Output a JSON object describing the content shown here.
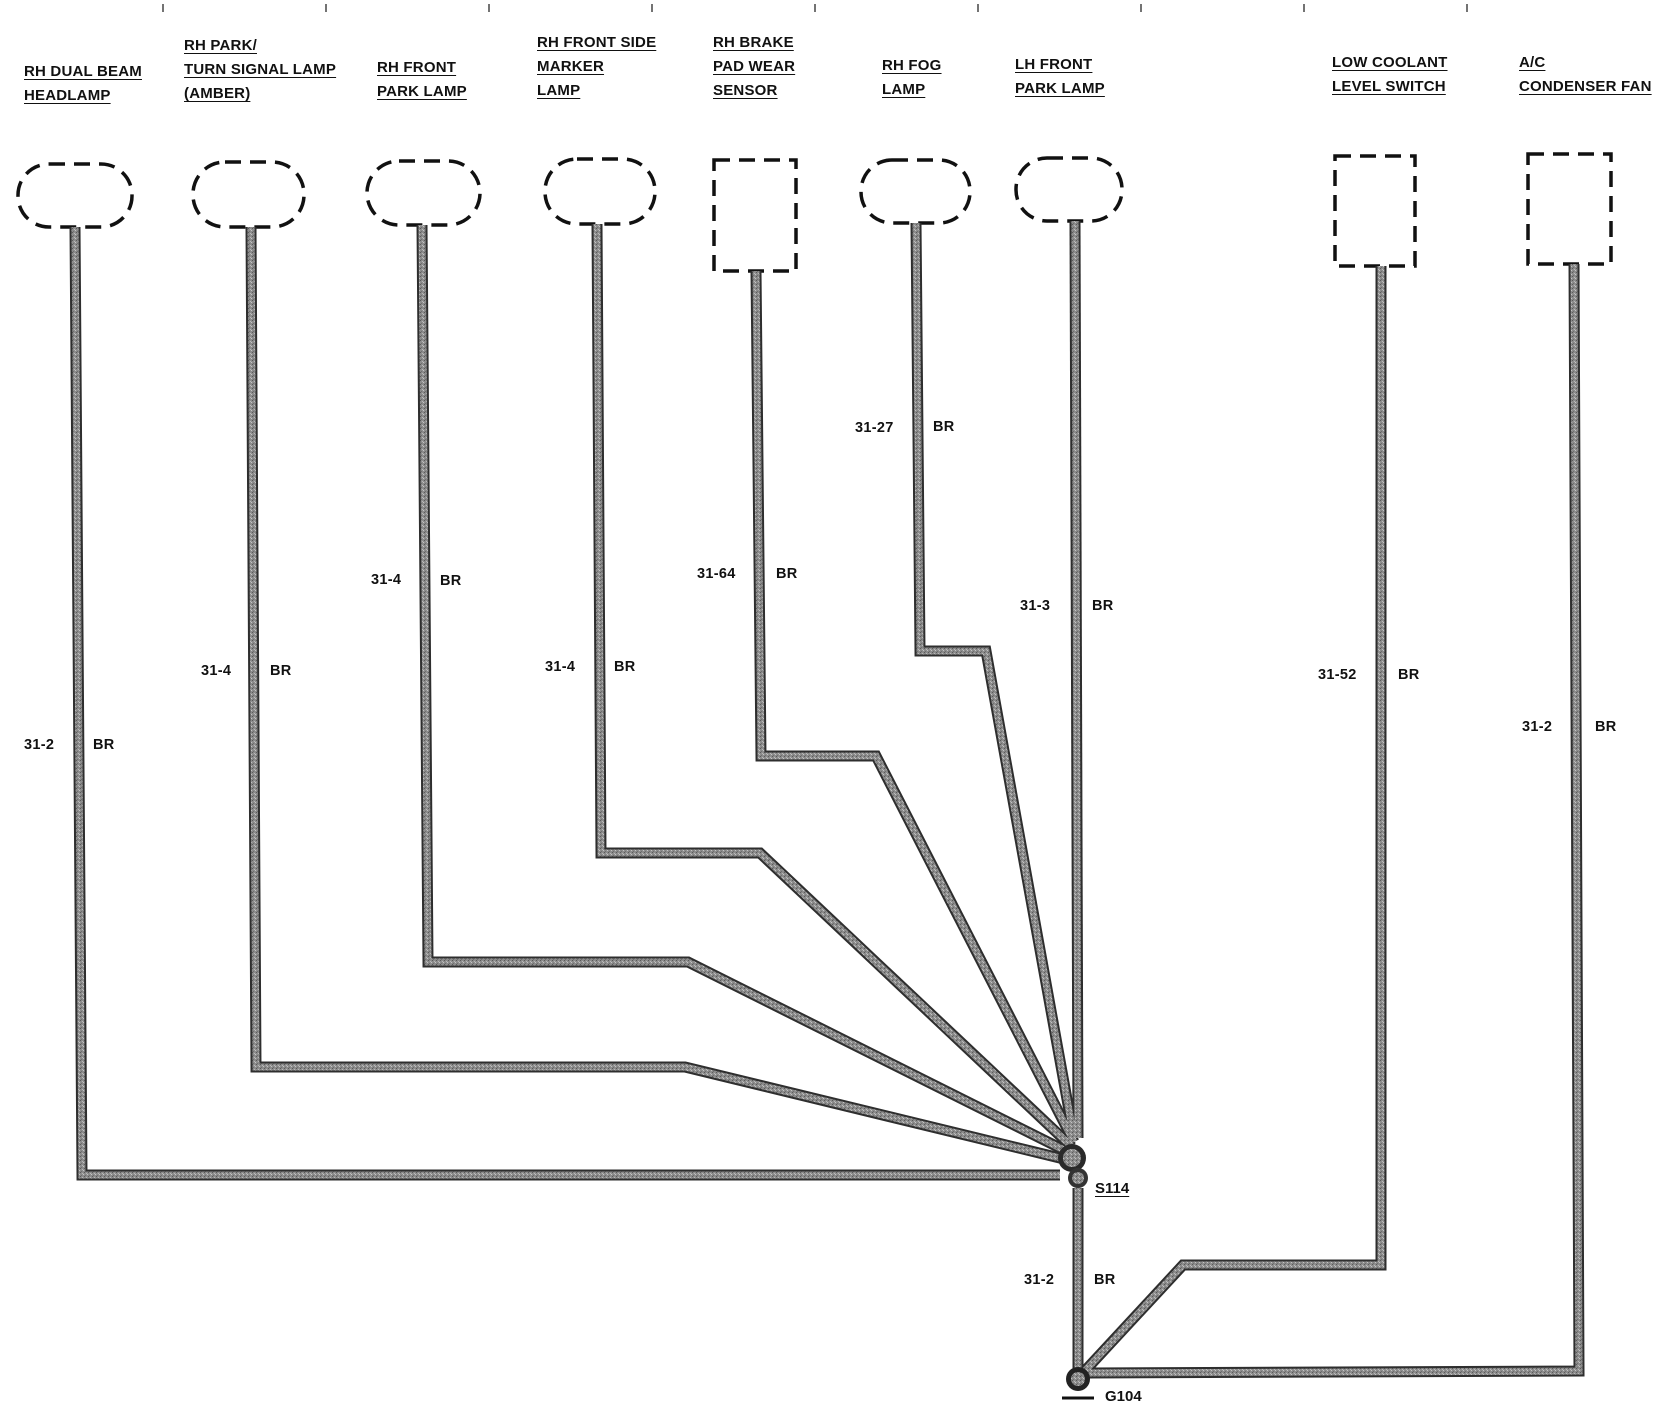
{
  "components": [
    {
      "id": "rh-dual-beam-headlamp",
      "lines": [
        "RH DUAL BEAM",
        "HEADLAMP"
      ],
      "shape": "oval"
    },
    {
      "id": "rh-park-turn-signal-lamp",
      "lines": [
        "RH PARK/",
        "TURN SIGNAL LAMP",
        "(AMBER)"
      ],
      "shape": "oval"
    },
    {
      "id": "rh-front-park-lamp",
      "lines": [
        "RH FRONT",
        "PARK LAMP"
      ],
      "shape": "oval"
    },
    {
      "id": "rh-front-side-marker-lamp",
      "lines": [
        "RH FRONT SIDE",
        "MARKER",
        "LAMP"
      ],
      "shape": "oval"
    },
    {
      "id": "rh-brake-pad-wear-sensor",
      "lines": [
        "RH BRAKE",
        "PAD WEAR",
        "SENSOR"
      ],
      "shape": "box"
    },
    {
      "id": "rh-fog-lamp",
      "lines": [
        "RH FOG",
        "LAMP"
      ],
      "shape": "oval"
    },
    {
      "id": "lh-front-park-lamp",
      "lines": [
        "LH FRONT",
        "PARK LAMP"
      ],
      "shape": "oval"
    },
    {
      "id": "low-coolant-level-switch",
      "lines": [
        "LOW COOLANT",
        "LEVEL SWITCH"
      ],
      "shape": "box"
    },
    {
      "id": "ac-condenser-fan",
      "lines": [
        "A/C",
        "CONDENSER FAN"
      ],
      "shape": "box"
    }
  ],
  "wire_labels": [
    {
      "id": "headlamp",
      "circuit": "31-2",
      "color": "BR"
    },
    {
      "id": "park-turn",
      "circuit": "31-4",
      "color": "BR"
    },
    {
      "id": "front-park",
      "circuit": "31-4",
      "color": "BR"
    },
    {
      "id": "side-marker",
      "circuit": "31-4",
      "color": "BR"
    },
    {
      "id": "brake-pad",
      "circuit": "31-64",
      "color": "BR"
    },
    {
      "id": "fog",
      "circuit": "31-27",
      "color": "BR"
    },
    {
      "id": "lh-park",
      "circuit": "31-3",
      "color": "BR"
    },
    {
      "id": "coolant",
      "circuit": "31-52",
      "color": "BR"
    },
    {
      "id": "condenser",
      "circuit": "31-2",
      "color": "BR"
    },
    {
      "id": "ground-trunk",
      "circuit": "31-2",
      "color": "BR"
    }
  ],
  "splice": {
    "label": "S114"
  },
  "ground": {
    "label": "G104"
  },
  "colors": {
    "wire": "#8a8a8a",
    "wire_edge": "#333333",
    "ink": "#111111"
  }
}
